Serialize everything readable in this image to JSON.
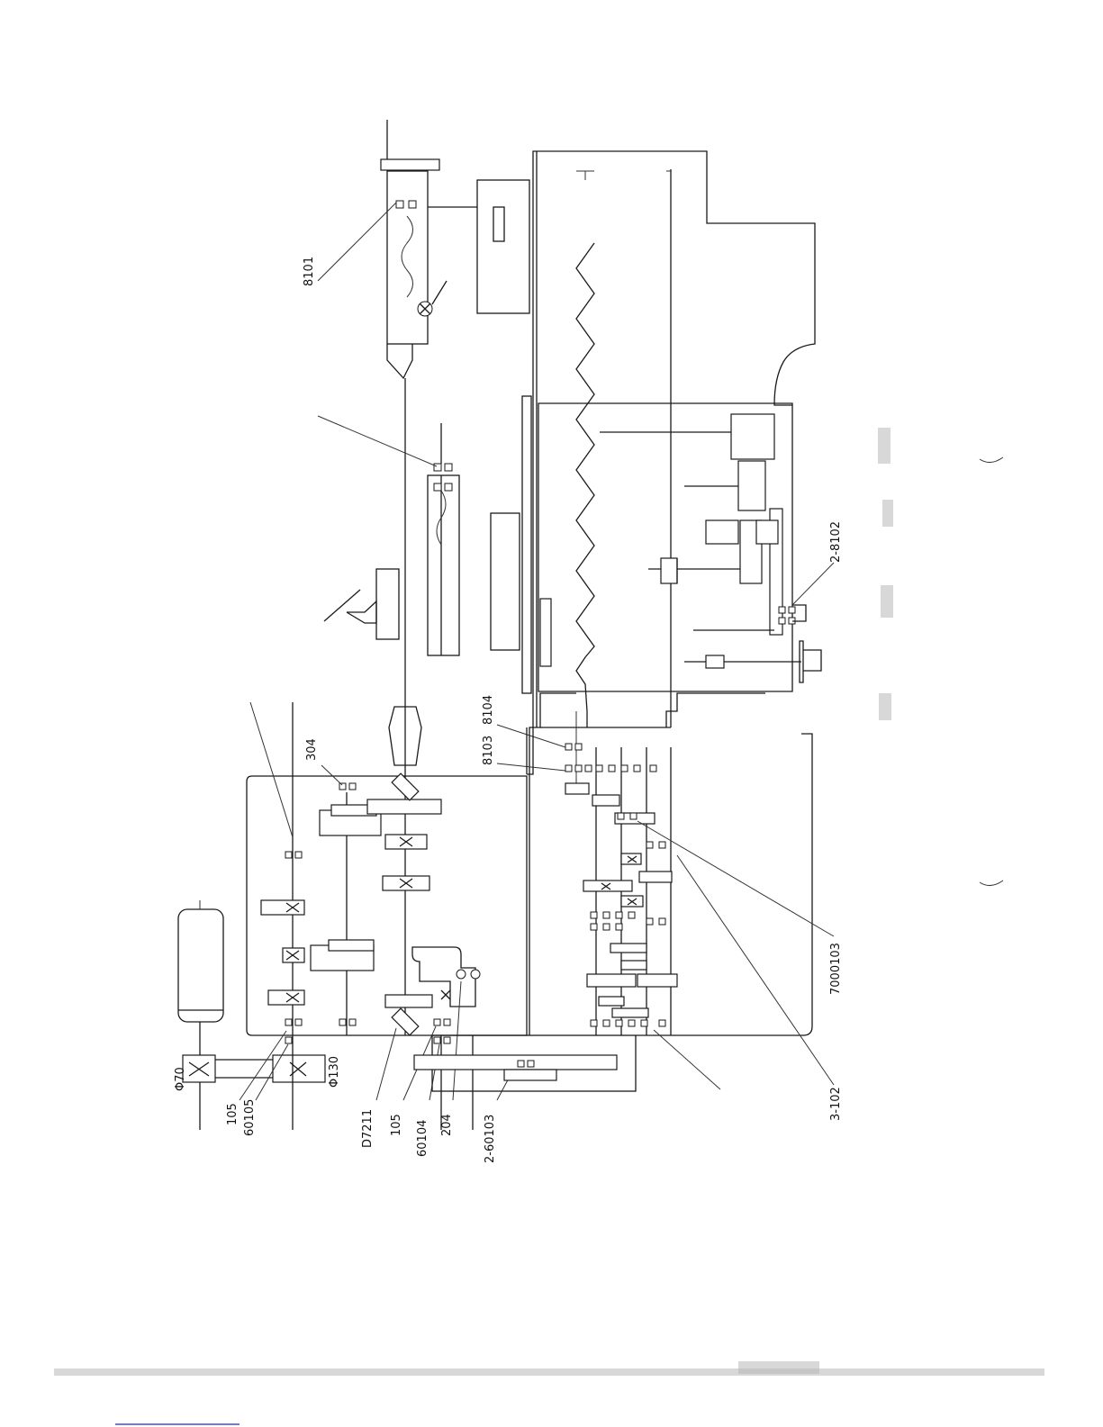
{
  "labels": {
    "t8101": "8101",
    "t304": "304",
    "t8103": "8103",
    "t8104": "8104",
    "t2_8102": "2-8102",
    "t7000103": "7000103",
    "t3_102": "3-102",
    "tphi70": "Φ70",
    "tphi130": "Φ130",
    "t105a": "105",
    "t60105": "60105",
    "tD7211": "D7211",
    "t105b": "105",
    "t60104": "60104",
    "t204": "204",
    "t2_60103": "2-60103"
  }
}
